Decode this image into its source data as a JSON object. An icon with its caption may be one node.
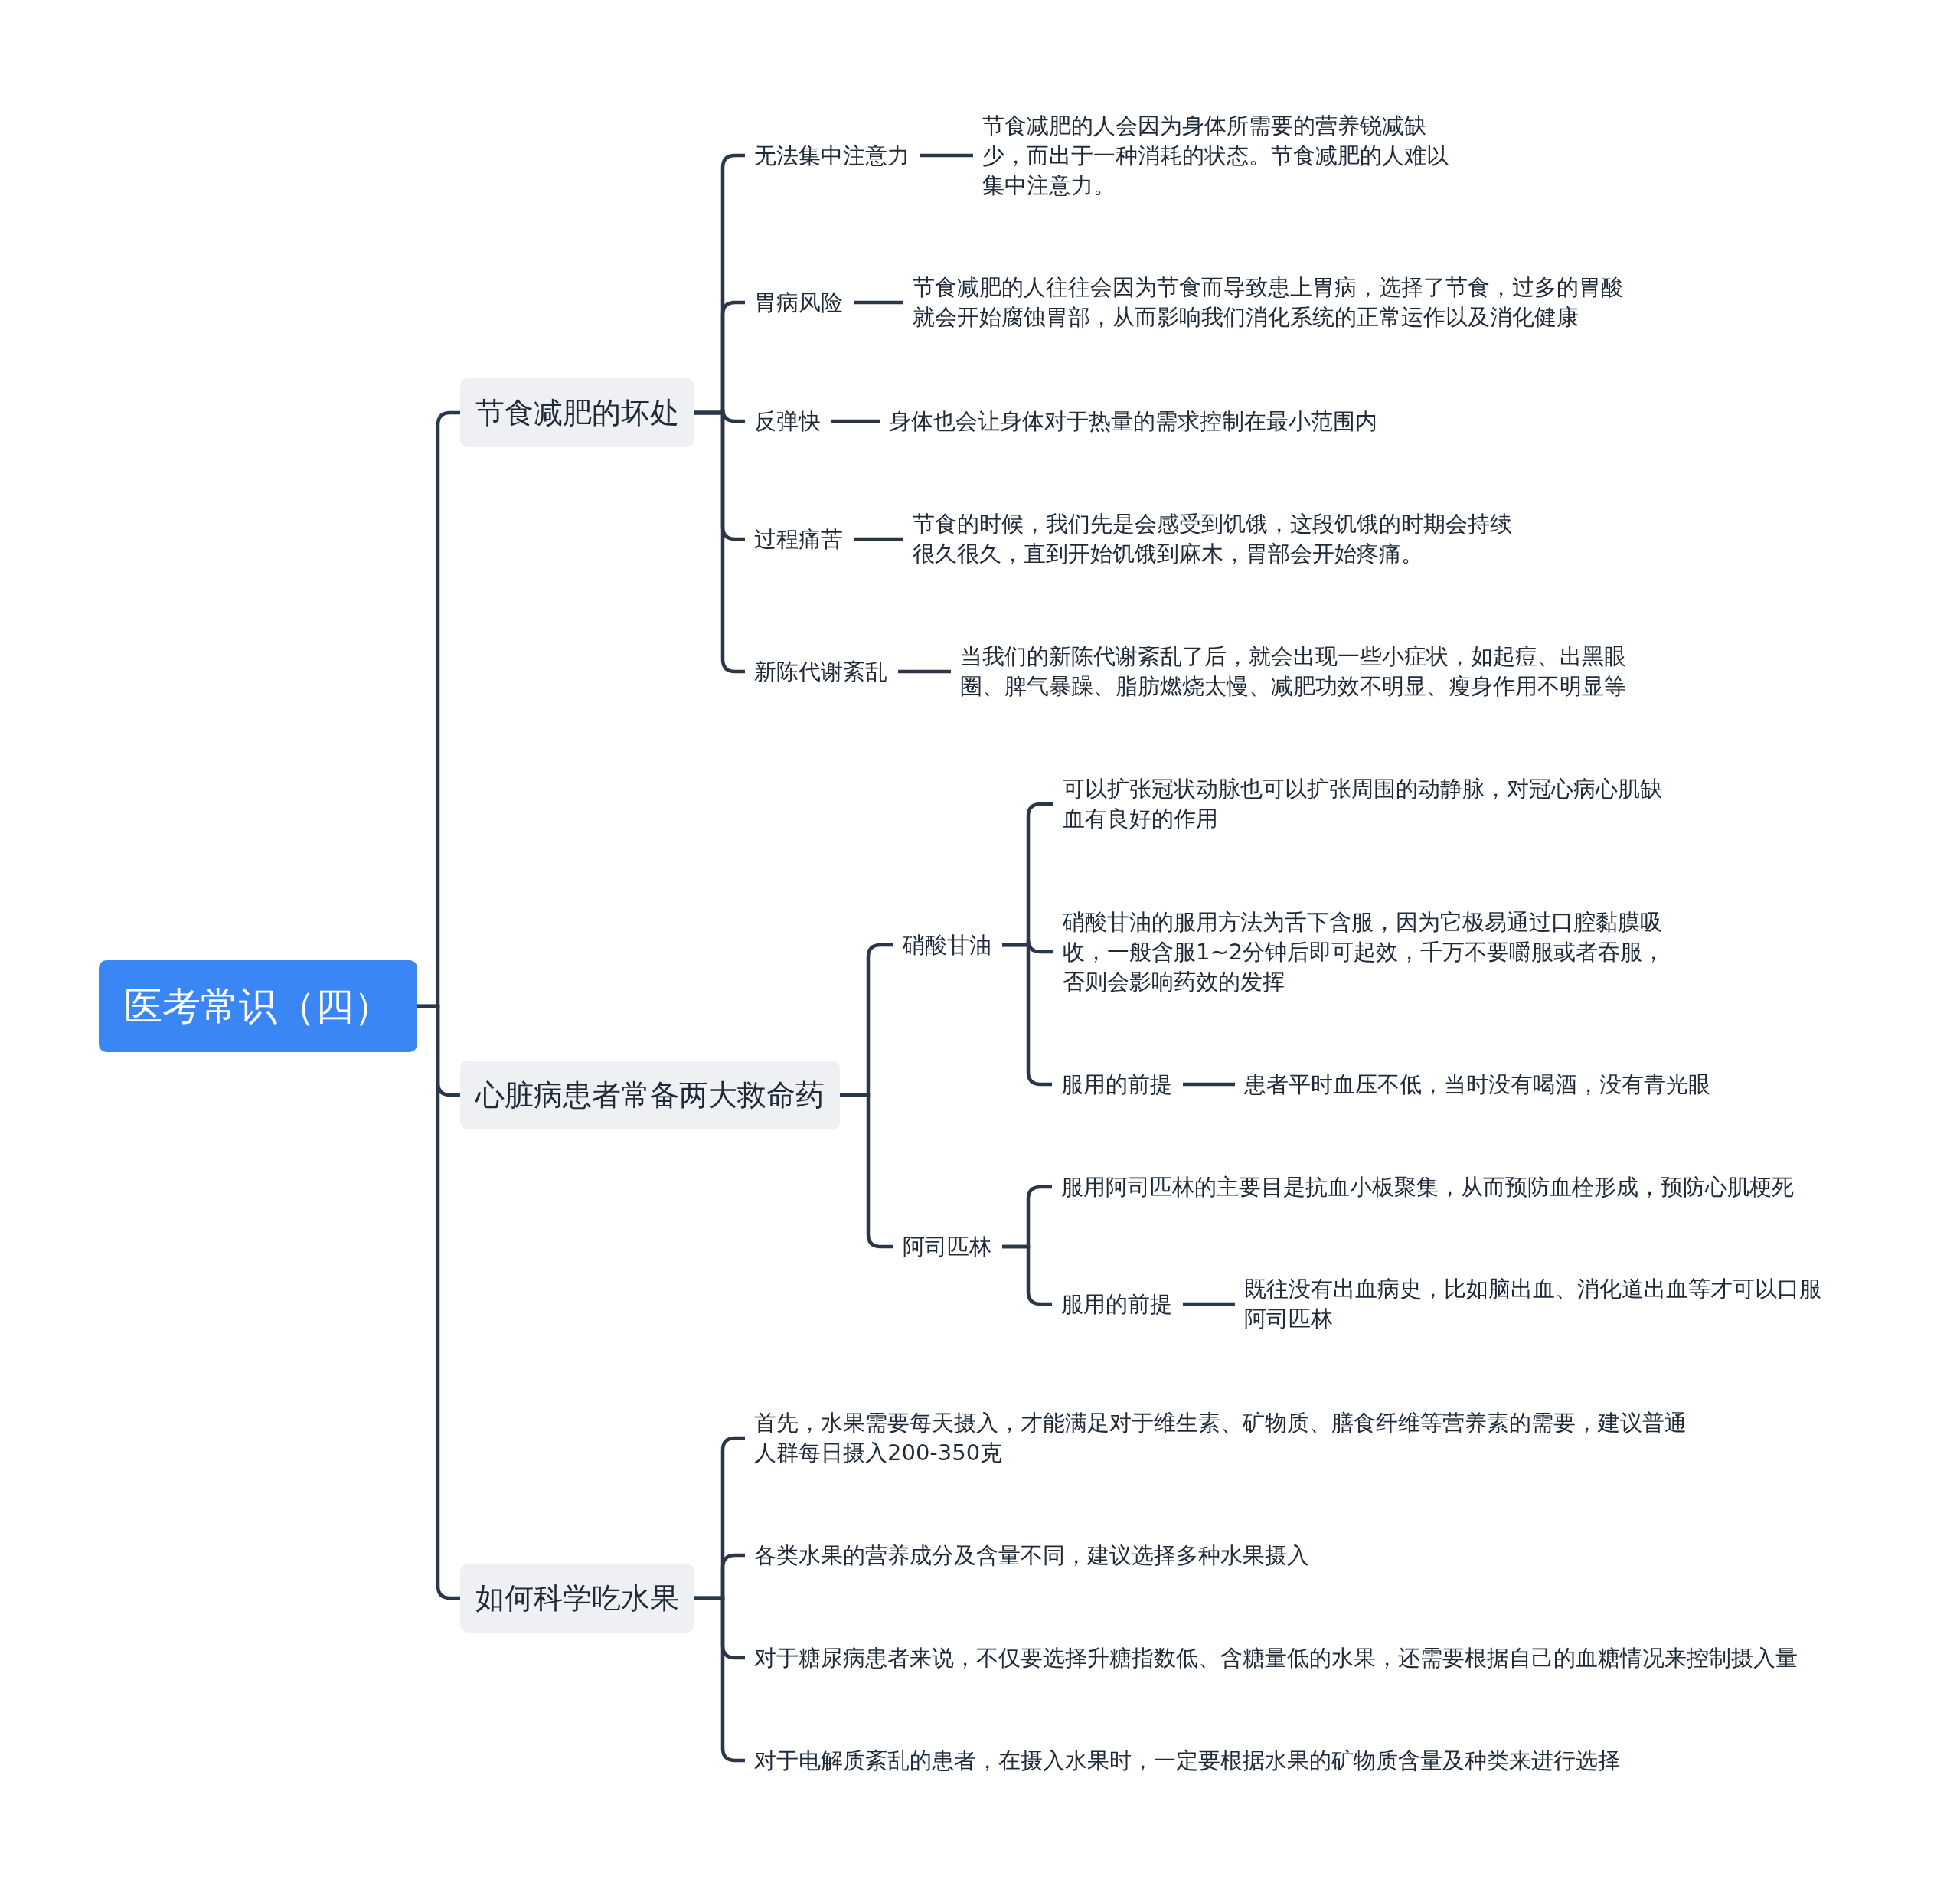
{
  "diagram": {
    "nodes": [
      {
        "text": [
          "医考常识（四）"
        ]
      },
      {
        "text": [
          "节食减肥的坏处"
        ]
      },
      {
        "text": [
          "无法集中注意力"
        ]
      },
      {
        "text": [
          "节食减肥的人会因为身体所需要的营养锐减缺少，而出于一种消耗的状态。节食减肥的人难以集中注意力。"
        ]
      },
      {
        "text": [
          "胃病风险"
        ]
      },
      {
        "text": [
          "节食减肥的人往往会因为节食而导致患上胃病，选择了节食，过多的胃酸就会开始腐蚀胃部，从而影响我们消化系统的正常运作以及消化健康"
        ]
      },
      {
        "text": [
          "反弹快"
        ]
      },
      {
        "text": [
          "身体也会让身体对于热量的需求控制在最小范围内"
        ]
      },
      {
        "text": [
          "过程痛苦"
        ]
      },
      {
        "text": [
          "节食的时候，我们先是会感受到饥饿，这段饥饿的时期会持续很久很久，直到开始饥饿到麻木，胃部会开始疼痛。"
        ]
      },
      {
        "text": [
          "新陈代谢紊乱"
        ]
      },
      {
        "text": [
          "当我们的新陈代谢紊乱了后，就会出现一些小症状，如起痘、出黑眼圈、脾气暴躁、脂肪燃烧太慢、减肥功效不明显、瘦身作用不明显等"
        ]
      },
      {
        "text": [
          "心脏病患者常备两大救命药"
        ]
      },
      {
        "text": [
          "硝酸甘油"
        ]
      },
      {
        "text": [
          "可以扩张冠状动脉也可以扩张周围的动静脉，对冠心病心肌缺血有良好的作用"
        ]
      },
      {
        "text": [
          "硝酸甘油的服用方法为舌下含服，因为它极易通过口腔黏膜吸收，一般含服1~2分钟后即可起效，千万不要嚼服或者吞服，否则会影响药效的发挥"
        ]
      },
      {
        "text": [
          "服用的前提"
        ]
      },
      {
        "text": [
          "患者平时血压不低，当时没有喝酒，没有青光眼"
        ]
      },
      {
        "text": [
          "阿司匹林"
        ]
      },
      {
        "text": [
          "服用阿司匹林的主要目是抗血小板聚集，从而预防血栓形成，预防心肌梗死"
        ]
      },
      {
        "text": [
          "服用的前提"
        ]
      },
      {
        "text": [
          "既往没有出血病史，比如脑出血、消化道出血等才可以口服阿司匹林"
        ]
      },
      {
        "text": [
          "如何科学吃水果"
        ]
      },
      {
        "text": [
          "首先，水果需要每天摄入，才能满足对于维生素、矿物质、膳食纤维等营养素的需要，建议普通人群每日摄入200-350克"
        ]
      },
      {
        "text": [
          "各类水果的营养成分及含量不同，建议选择多种水果摄入"
        ]
      },
      {
        "text": [
          "对于糖尿病患者来说，不仅要选择升糖指数低、含糖量低的水果，还需要根据自己的血糖情况来控制摄入量"
        ]
      },
      {
        "text": [
          "对于电解质紊乱的患者，在摄入水果时，一定要根据水果的矿物质含量及种类来进行选择"
        ]
      }
    ],
    "edges": [
      {
        "from": 0,
        "to": 1,
        "arrow": "none"
      },
      {
        "from": 0,
        "to": 12,
        "arrow": "none"
      },
      {
        "from": 0,
        "to": 22,
        "arrow": "none"
      },
      {
        "from": 1,
        "to": 2,
        "arrow": "none"
      },
      {
        "from": 1,
        "to": 4,
        "arrow": "none"
      },
      {
        "from": 1,
        "to": 6,
        "arrow": "none"
      },
      {
        "from": 1,
        "to": 8,
        "arrow": "none"
      },
      {
        "from": 1,
        "to": 10,
        "arrow": "none"
      },
      {
        "from": 2,
        "to": 3,
        "arrow": "none"
      },
      {
        "from": 4,
        "to": 5,
        "arrow": "none"
      },
      {
        "from": 6,
        "to": 7,
        "arrow": "none"
      },
      {
        "from": 8,
        "to": 9,
        "arrow": "none"
      },
      {
        "from": 10,
        "to": 11,
        "arrow": "none"
      },
      {
        "from": 12,
        "to": 13,
        "arrow": "none"
      },
      {
        "from": 12,
        "to": 18,
        "arrow": "none"
      },
      {
        "from": 13,
        "to": 14,
        "arrow": "none"
      },
      {
        "from": 13,
        "to": 15,
        "arrow": "none"
      },
      {
        "from": 13,
        "to": 16,
        "arrow": "none"
      },
      {
        "from": 16,
        "to": 17,
        "arrow": "none"
      },
      {
        "from": 18,
        "to": 19,
        "arrow": "none"
      },
      {
        "from": 18,
        "to": 20,
        "arrow": "none"
      },
      {
        "from": 20,
        "to": 21,
        "arrow": "none"
      },
      {
        "from": 22,
        "to": 23,
        "arrow": "none"
      },
      {
        "from": 22,
        "to": 24,
        "arrow": "none"
      },
      {
        "from": 22,
        "to": 25,
        "arrow": "none"
      },
      {
        "from": 22,
        "to": 26,
        "arrow": "none"
      }
    ]
  }
}
